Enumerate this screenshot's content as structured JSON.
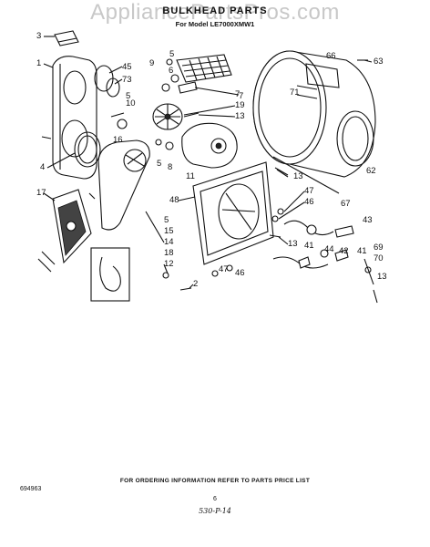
{
  "watermark": "AppliancePartsPros.com",
  "header": {
    "title": "BULKHEAD PARTS",
    "model": "For Model LE7000XMW1"
  },
  "callouts": [
    "3",
    "1",
    "45",
    "73",
    "5",
    "9",
    "5",
    "6",
    "7",
    "10",
    "19",
    "13",
    "16",
    "5",
    "8",
    "11",
    "66",
    "63",
    "71",
    "62",
    "67",
    "4",
    "13",
    "17",
    "48",
    "47",
    "46",
    "5",
    "15",
    "14",
    "18",
    "12",
    "2",
    "13",
    "43",
    "41",
    "42",
    "44",
    "41",
    "69",
    "70",
    "13",
    "47",
    "46",
    "7"
  ],
  "footer": {
    "order_info": "FOR ORDERING INFORMATION REFER TO PARTS PRICE LIST",
    "part_number": "694963",
    "page": "6",
    "handwritten": "530-P-14"
  }
}
